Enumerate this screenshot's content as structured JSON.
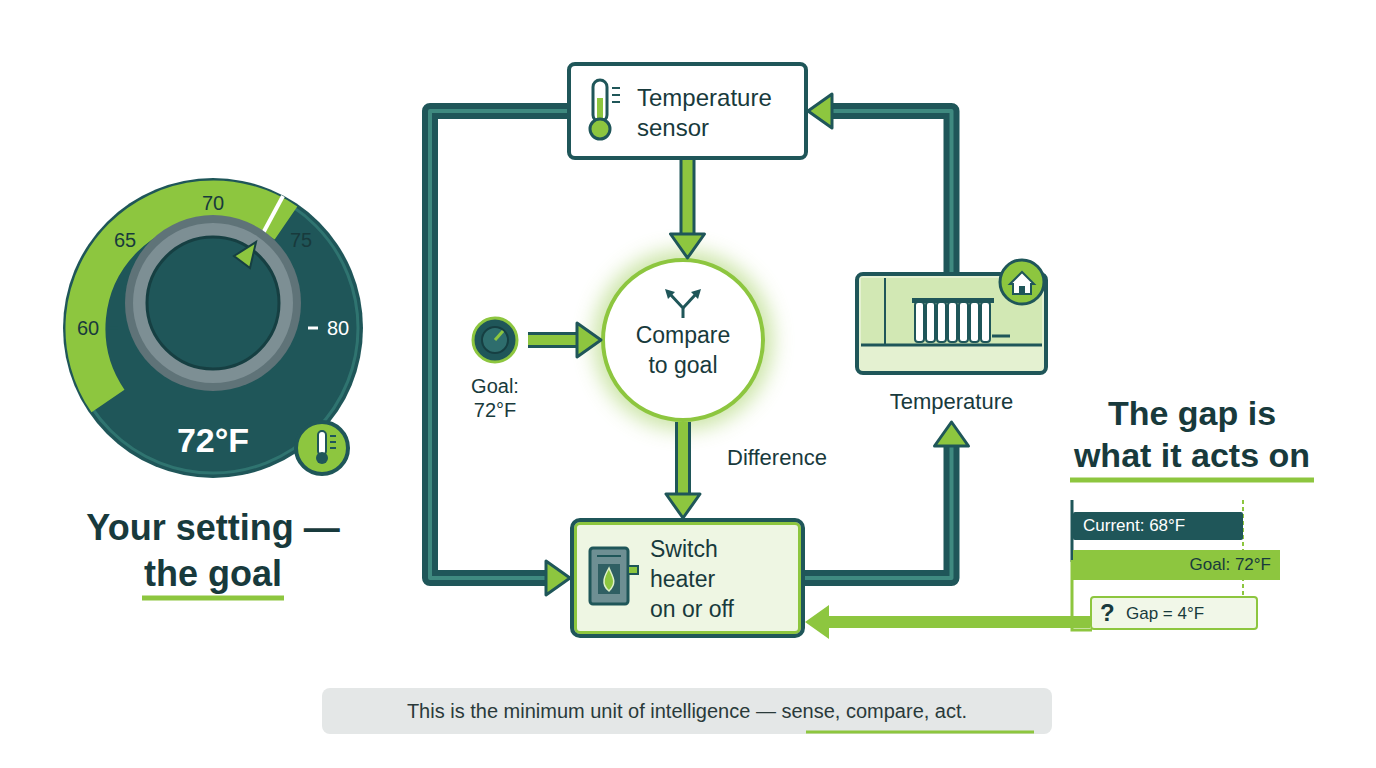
{
  "diagram": {
    "caption": "This is the minimum unit of intelligence — sense, compare, act.",
    "nodes": [
      {
        "text": [
          "72°F",
          "Your setting — the goal"
        ]
      },
      {
        "text": [
          "Temperature sensor"
        ]
      },
      {
        "text": [
          "Goal: 72°F"
        ]
      },
      {
        "text": [
          "Compare to goal"
        ]
      },
      {
        "text": [
          "Temperature"
        ]
      },
      {
        "text": [
          "Switch heater on or off"
        ]
      },
      {
        "text": [
          "Current: 68°F"
        ]
      },
      {
        "text": [
          "Goal: 72°F"
        ]
      },
      {
        "text": [
          "?",
          "Gap = 4°F"
        ]
      }
    ],
    "edges": [
      {
        "from": 1,
        "to": 3,
        "arrow": "to"
      },
      {
        "from": 2,
        "to": 3,
        "arrow": "to"
      },
      {
        "from": 3,
        "to": 5,
        "label": "Difference",
        "arrow": "to"
      },
      {
        "from": 5,
        "to": 4,
        "arrow": "to"
      },
      {
        "from": 4,
        "to": 1,
        "arrow": "to"
      },
      {
        "from": 1,
        "to": 5,
        "arrow": "to"
      },
      {
        "from": 8,
        "to": 5,
        "arrow": "to"
      }
    ],
    "labels": [
      "60",
      "65",
      "70",
      "75",
      "80",
      "The gap is what it acts on"
    ]
  }
}
